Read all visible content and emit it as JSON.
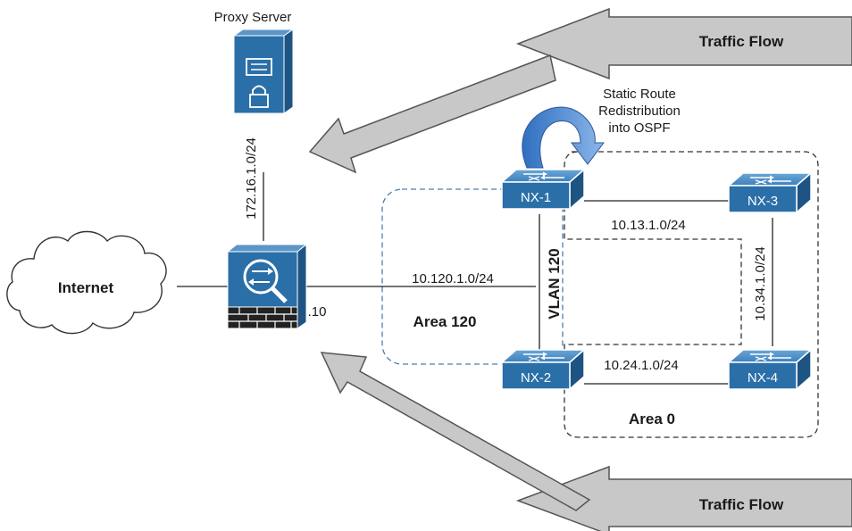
{
  "labels": {
    "proxy_server": "Proxy Server",
    "internet": "Internet",
    "traffic_flow_top": "Traffic Flow",
    "traffic_flow_bottom": "Traffic Flow",
    "static_route_line1": "Static Route",
    "static_route_line2": "Redistribution",
    "static_route_line3": "into OSPF",
    "proxy_link_subnet": "172.16.1.0/24",
    "firewall_link_subnet": "10.120.1.0/24",
    "firewall_ip": ".10",
    "area_120": "Area 120",
    "area_0": "Area 0",
    "vlan": "VLAN 120",
    "nx1_nx3_subnet": "10.13.1.0/24",
    "nx3_nx4_subnet": "10.34.1.0/24",
    "nx2_nx4_subnet": "10.24.1.0/24"
  },
  "switches": {
    "nx1": "NX-1",
    "nx2": "NX-2",
    "nx3": "NX-3",
    "nx4": "NX-4"
  },
  "colors": {
    "device_blue": "#2a6fa8",
    "device_dark": "#1d5483",
    "arrow_fill": "#c8c8c8",
    "arrow_stroke": "#555555",
    "redistribution_arrow": "#5b8fd6",
    "area120_border": "#4a7fb0",
    "area0_border": "#333333"
  },
  "icons": [
    "cloud-icon",
    "proxy-server-icon",
    "firewall-icon",
    "switch-icon",
    "curved-arrow-icon",
    "traffic-arrow-icon"
  ]
}
